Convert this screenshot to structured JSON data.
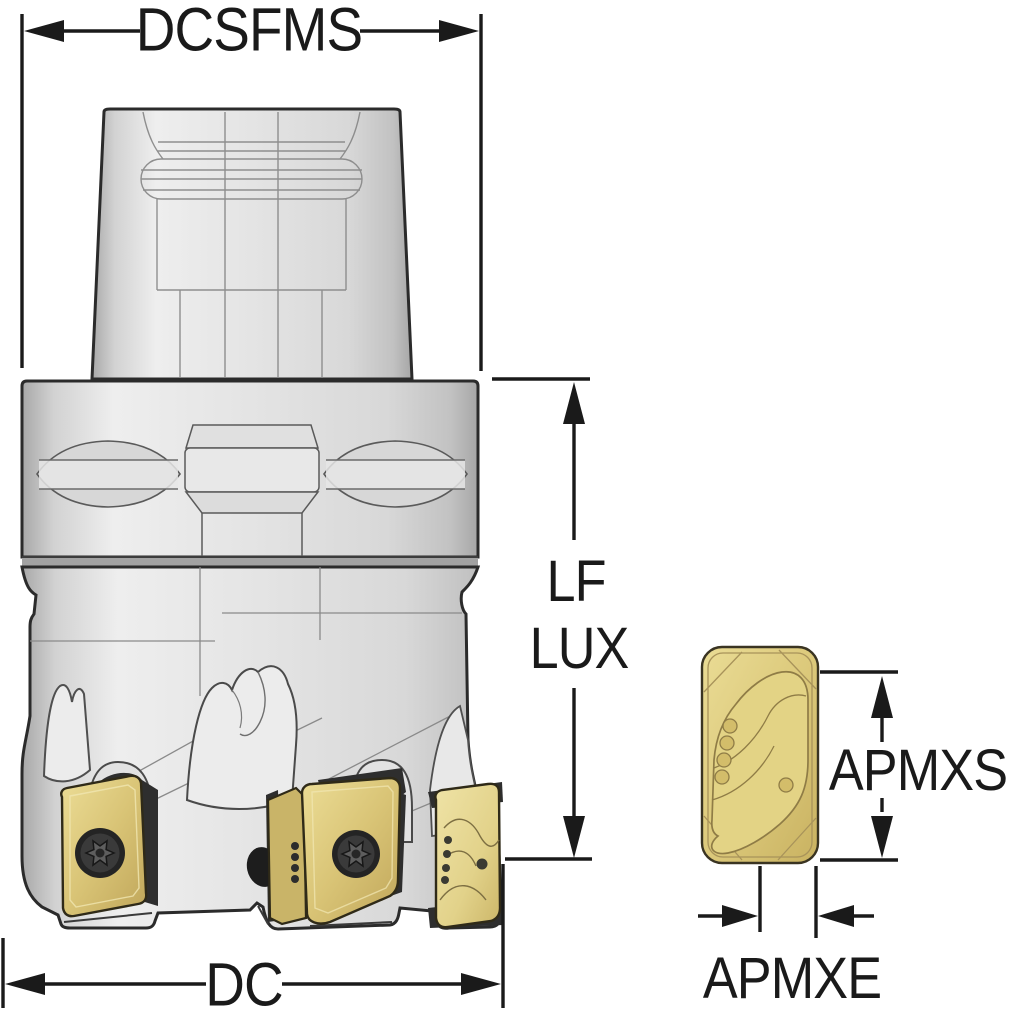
{
  "labels": {
    "dcsfms": "DCSFMS",
    "lf": "LF",
    "lux": "LUX",
    "dc": "DC",
    "apmxs": "APMXS",
    "apmxe": "APMXE"
  },
  "icons": {
    "torx_screw": "6-lobe torx star",
    "coolant_hole": "dark ellipse",
    "dimension_arrow": "filled triangle arrowhead"
  },
  "colors": {
    "dimension_line": "#1a1a1a",
    "outline": "#2b2b2b",
    "body_gray_light": "#ececec",
    "body_gray_dark": "#adadad",
    "insert_gold": "#d9c476",
    "insert_gold_light": "#eadc95",
    "insert_gold_dark": "#c9b468",
    "insert_gold_pale": "#e6d894",
    "screw_dark": "#242424",
    "background": "#ffffff"
  }
}
